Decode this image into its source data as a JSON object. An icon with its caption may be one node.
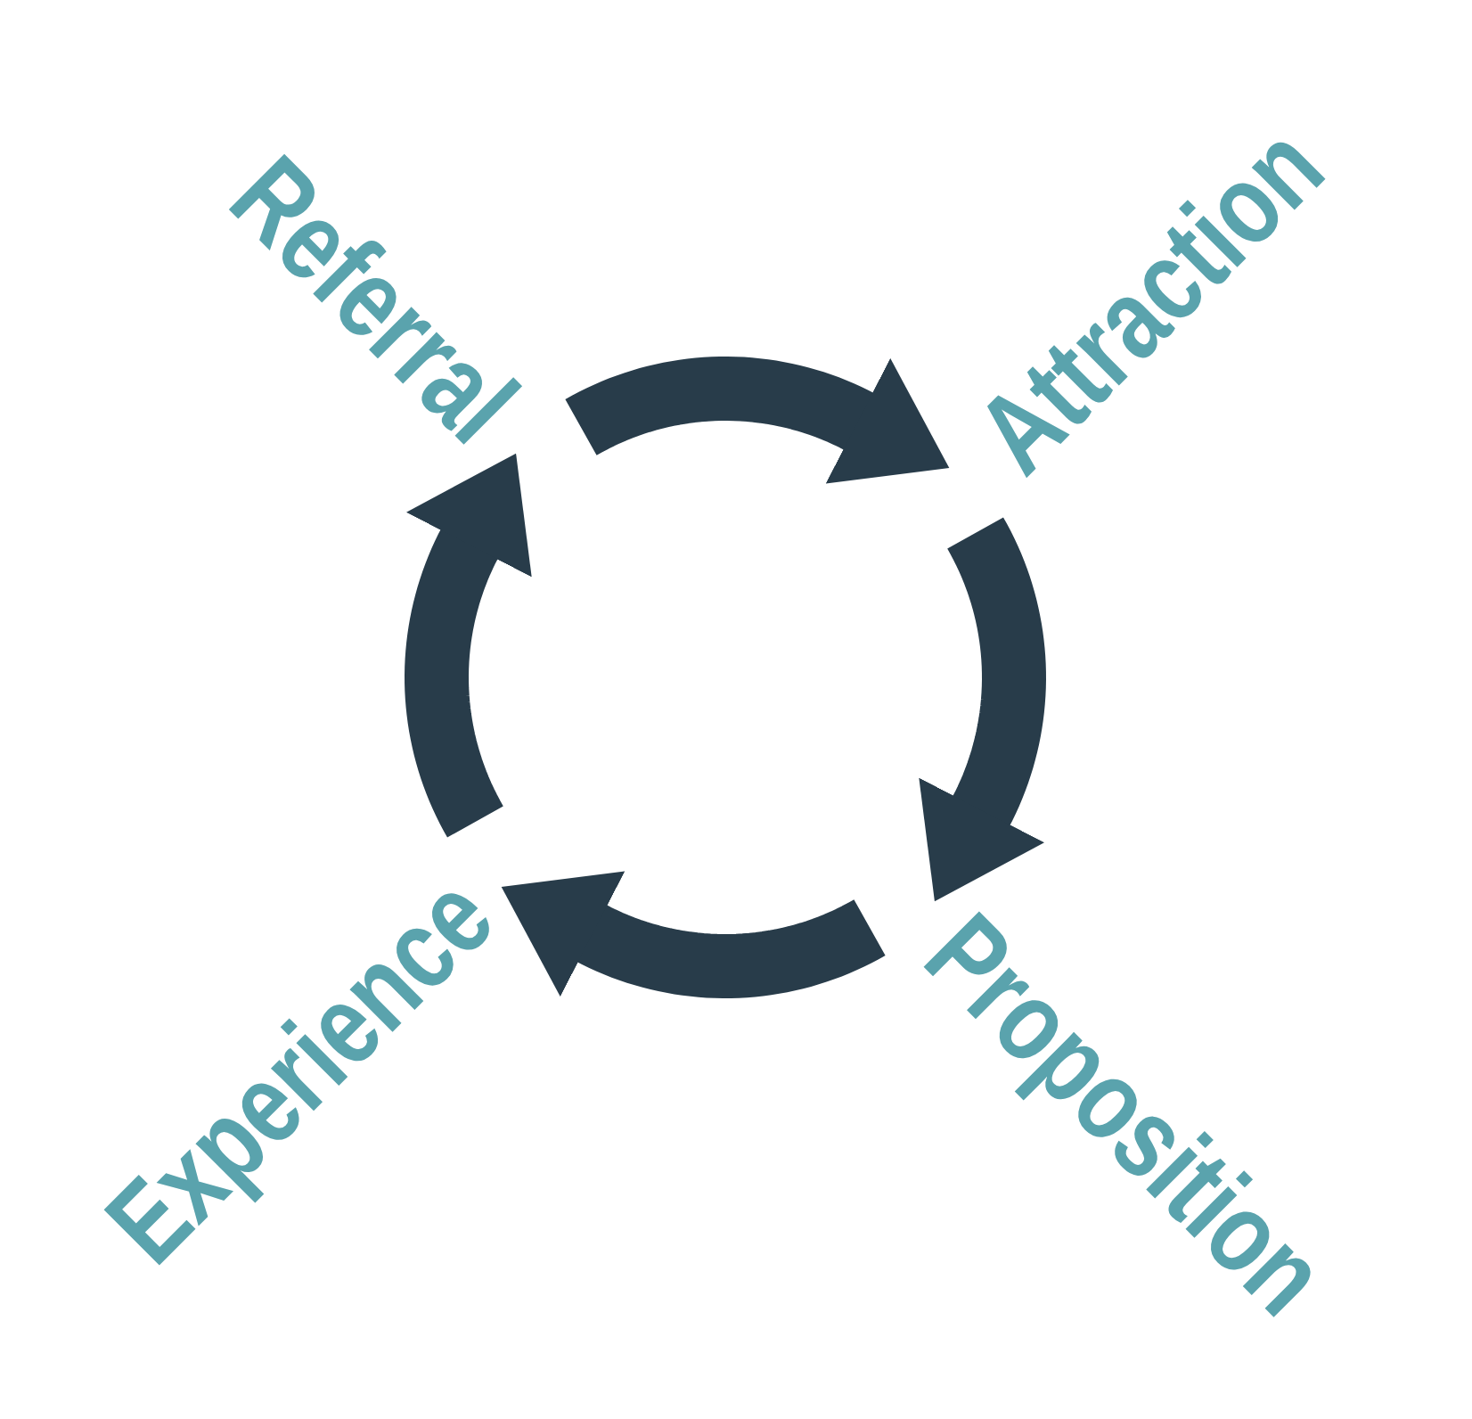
{
  "diagram": {
    "nodes": [
      {
        "text": [
          "Referral"
        ]
      },
      {
        "text": [
          "Attraction"
        ]
      },
      {
        "text": [
          "Proposition"
        ]
      },
      {
        "text": [
          "Experience"
        ]
      }
    ],
    "edges": [
      {
        "from": 0,
        "to": 1,
        "arrow": "to"
      },
      {
        "from": 1,
        "to": 2,
        "arrow": "to"
      },
      {
        "from": 2,
        "to": 3,
        "arrow": "to"
      },
      {
        "from": 3,
        "to": 0,
        "arrow": "to"
      }
    ]
  }
}
